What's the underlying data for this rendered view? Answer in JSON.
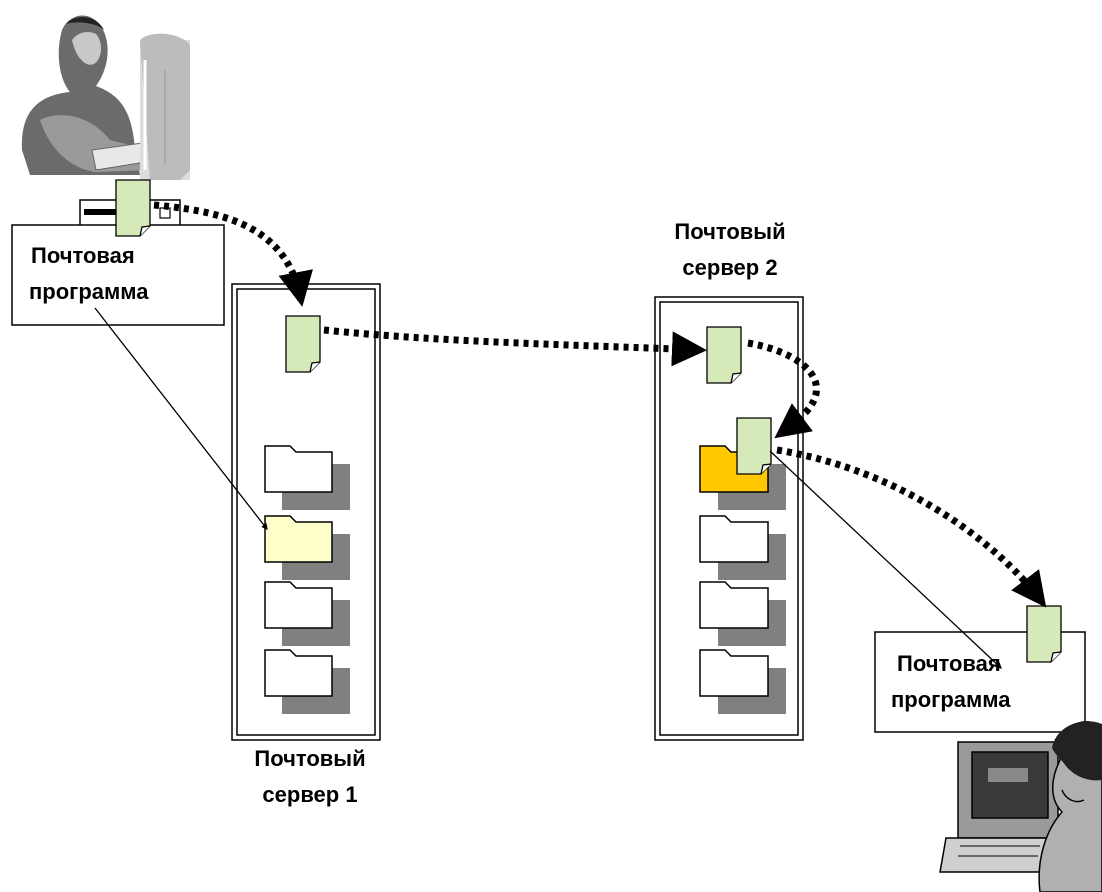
{
  "labels": {
    "sender_client_line1": "Почтовая",
    "sender_client_line2": "программа",
    "server1_line1": "Почтовый",
    "server1_line2": "сервер 1",
    "server2_line1": "Почтовый",
    "server2_line2": "сервер 2",
    "recipient_client_line1": "Почтовая",
    "recipient_client_line2": "программа"
  },
  "icons": {
    "sender": "man-at-computer-icon",
    "recipient": "woman-at-computer-icon",
    "message": "document-icon",
    "mailbox": "folder-icon",
    "envelope": "envelope-icon"
  },
  "colors": {
    "message_fill": "#d5eab8",
    "folder_empty": "#ffffff",
    "folder_sender_mailbox": "#ffffcc",
    "folder_recipient_mailbox": "#ffc800",
    "folder_shadow": "#808080",
    "path_stroke": "#000000"
  }
}
